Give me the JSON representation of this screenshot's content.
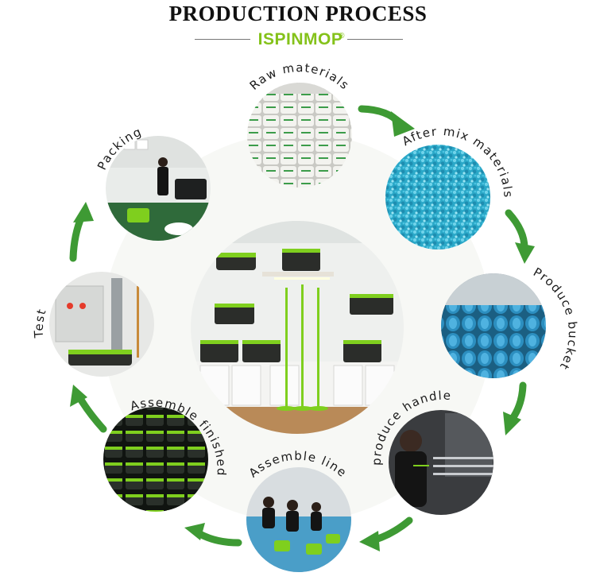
{
  "header": {
    "title": "PRODUCTION PROCESS",
    "brand": "ISPINMOP",
    "brand_mark": "®"
  },
  "colors": {
    "accent_green": "#3e9a34",
    "brand_green": "#84c21a",
    "mop_green": "#7fcf1e",
    "bucket_blue": "#2c8fc0",
    "granule_blue": "#3fb9d6"
  },
  "steps": [
    {
      "key": "raw",
      "label": "Raw materials",
      "icon": "sacks-photo"
    },
    {
      "key": "mix",
      "label": "After mix materials",
      "icon": "granules-photo"
    },
    {
      "key": "bucket",
      "label": "Produce bucket",
      "icon": "blue-buckets-photo"
    },
    {
      "key": "handle",
      "label": "produce handle",
      "icon": "worker-handle-photo"
    },
    {
      "key": "line",
      "label": "Assemble line",
      "icon": "assembly-line-photo"
    },
    {
      "key": "finished",
      "label": "Assemble finished",
      "icon": "finished-buckets-photo"
    },
    {
      "key": "test",
      "label": "Test",
      "icon": "test-machine-photo"
    },
    {
      "key": "packing",
      "label": "Packing",
      "icon": "packing-photo"
    }
  ],
  "center": {
    "icon": "showroom-photo"
  }
}
